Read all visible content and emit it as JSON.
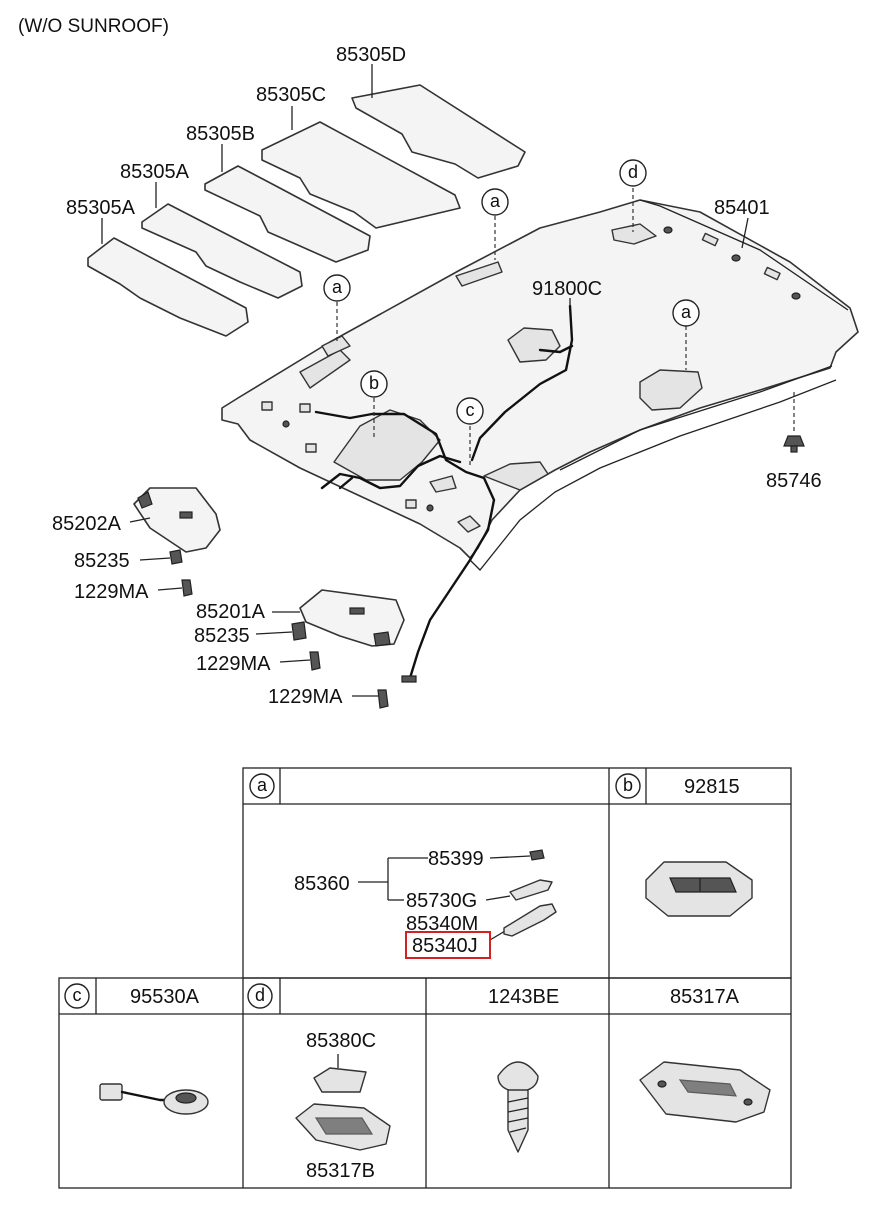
{
  "header": {
    "title": "(W/O SUNROOF)"
  },
  "parts": {
    "p85305D": "85305D",
    "p85305C": "85305C",
    "p85305B": "85305B",
    "p85305A_1": "85305A",
    "p85305A_2": "85305A",
    "p85401": "85401",
    "p91800C": "91800C",
    "p85746": "85746",
    "p85202A": "85202A",
    "p85235_1": "85235",
    "p1229MA_1": "1229MA",
    "p85201A": "85201A",
    "p85235_2": "85235",
    "p1229MA_2": "1229MA",
    "p1229MA_3": "1229MA"
  },
  "callouts": {
    "a1": "a",
    "a2": "a",
    "a3": "a",
    "b": "b",
    "c": "c",
    "d": "d"
  },
  "table": {
    "a": {
      "letter": "a",
      "parts": {
        "p85360": "85360",
        "p85399": "85399",
        "p85730G": "85730G",
        "p85340M": "85340M",
        "p85340J": "85340J"
      }
    },
    "b": {
      "letter": "b",
      "part": "92815"
    },
    "c": {
      "letter": "c",
      "part": "95530A"
    },
    "d": {
      "letter": "d",
      "parts": {
        "p85380C": "85380C",
        "p85317B": "85317B"
      }
    },
    "e": {
      "part": "1243BE"
    },
    "f": {
      "part": "85317A"
    }
  },
  "colors": {
    "highlight": "#d32020",
    "line": "#222222"
  }
}
